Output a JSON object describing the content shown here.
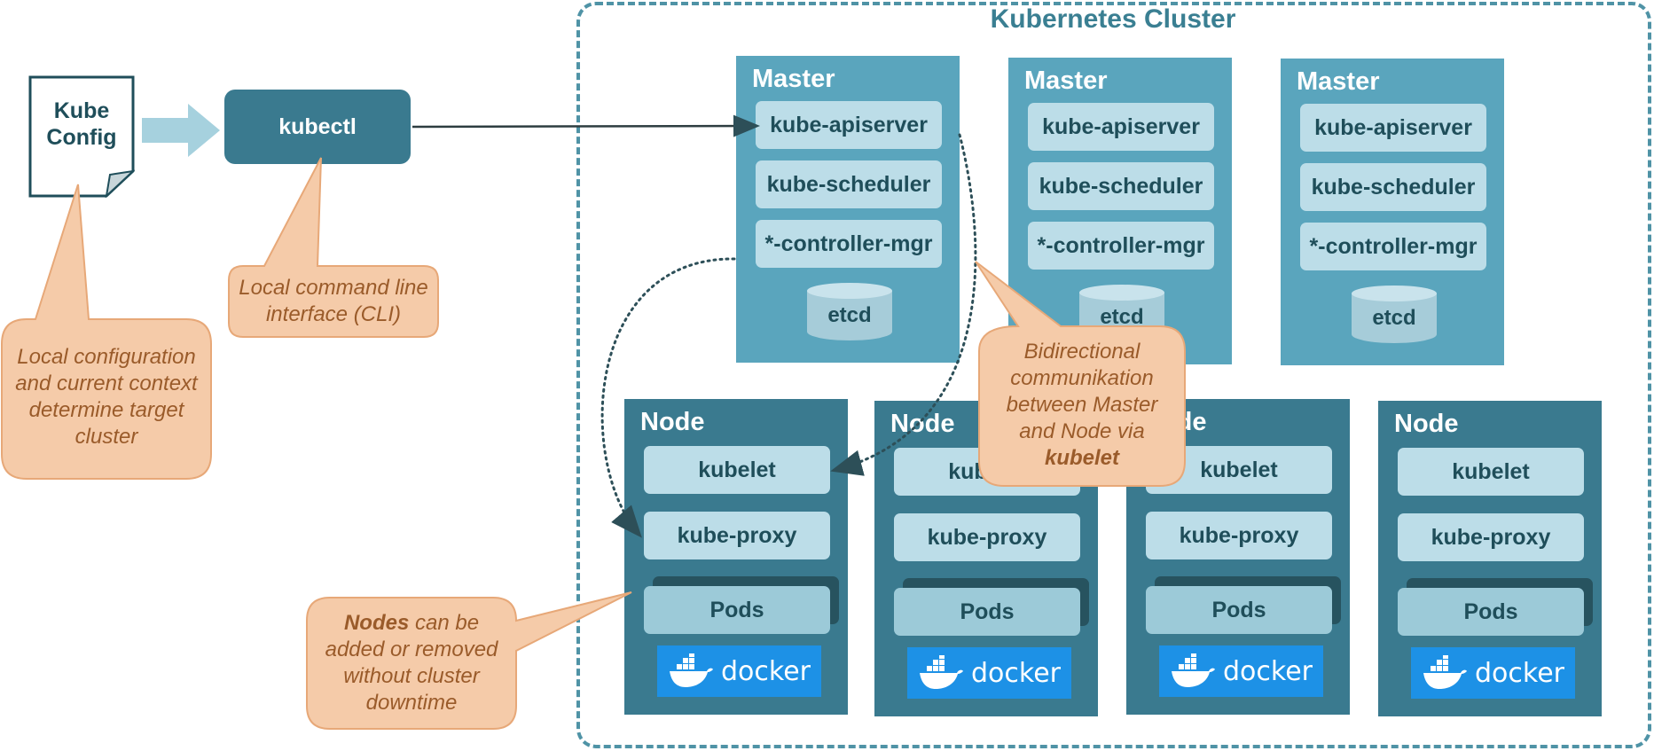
{
  "cluster": {
    "title": "Kubernetes Cluster"
  },
  "kube_config": {
    "line1": "Kube",
    "line2": "Config"
  },
  "kubectl": {
    "label": "kubectl"
  },
  "masters": [
    {
      "title": "Master",
      "components": [
        "kube-apiserver",
        "kube-scheduler",
        "*-controller-mgr"
      ],
      "store": "etcd"
    },
    {
      "title": "Master",
      "components": [
        "kube-apiserver",
        "kube-scheduler",
        "*-controller-mgr"
      ],
      "store": "etcd"
    },
    {
      "title": "Master",
      "components": [
        "kube-apiserver",
        "kube-scheduler",
        "*-controller-mgr"
      ],
      "store": "etcd"
    }
  ],
  "nodes": [
    {
      "title": "Node",
      "components": [
        "kubelet",
        "kube-proxy"
      ],
      "pods": "Pods",
      "runtime": "docker"
    },
    {
      "title": "Node",
      "components": [
        "kubelet",
        "kube-proxy"
      ],
      "pods": "Pods",
      "runtime": "docker"
    },
    {
      "title": "Node",
      "components": [
        "kubelet",
        "kube-proxy"
      ],
      "pods": "Pods",
      "runtime": "docker"
    },
    {
      "title": "Node",
      "components": [
        "kubelet",
        "kube-proxy"
      ],
      "pods": "Pods",
      "runtime": "docker"
    }
  ],
  "callouts": {
    "config": {
      "line1": "Local configuration",
      "line2": "and current context",
      "line3": "determine target",
      "line4": "cluster"
    },
    "cli": {
      "line1": "Local command line",
      "line2": "interface (CLI)"
    },
    "bidirectional": {
      "line1": "Bidirectional",
      "line2": "communikation",
      "line3": "between Master",
      "line4": "and Node via",
      "emphasis": "kubelet"
    },
    "nodes": {
      "emphasis": "Nodes",
      "line1_rest": " can be",
      "line2": "added or removed",
      "line3": "without cluster",
      "line4": "downtime"
    }
  },
  "icons": [
    "document-icon",
    "arrow-right-icon",
    "database-icon",
    "docker-whale-icon"
  ],
  "colors": {
    "cluster_border": "#4f93a6",
    "master_bg": "#5aa5bd",
    "node_bg": "#3a7a8f",
    "component_bg": "#bcdde8",
    "callout_bg": "#f5cba9",
    "callout_text": "#9a5b2a",
    "docker_blue": "#1d91e6"
  }
}
